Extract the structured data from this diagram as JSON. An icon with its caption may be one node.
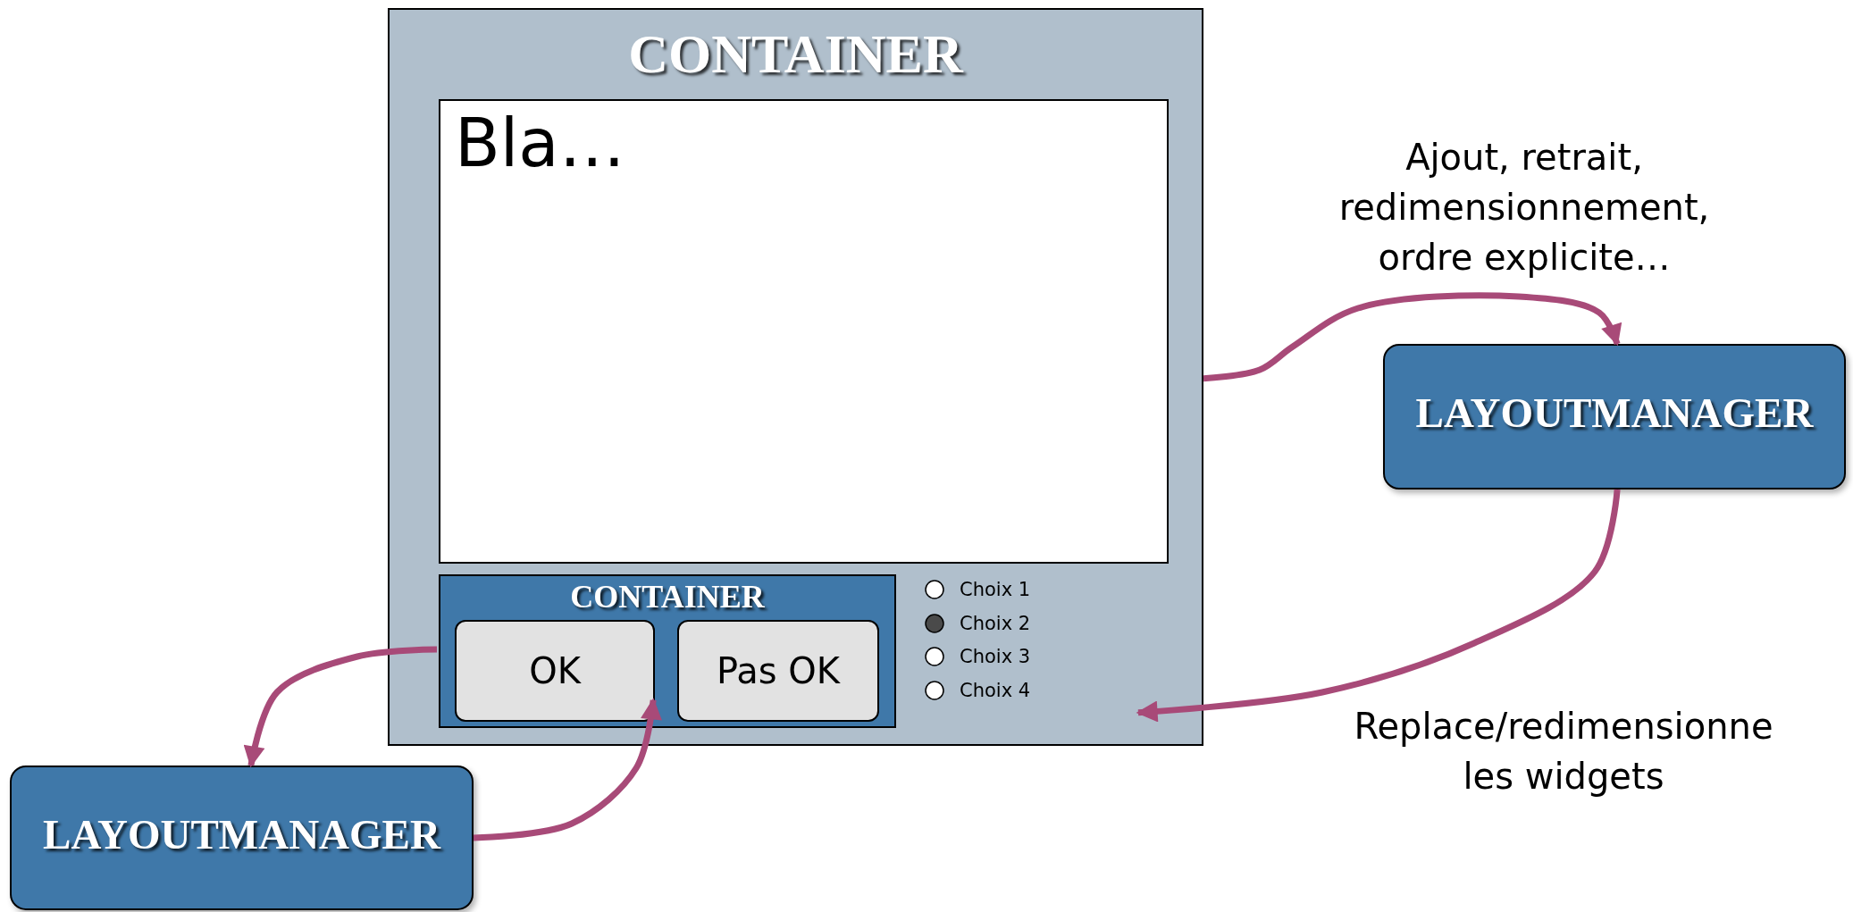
{
  "diagram": {
    "nodes": [
      {
        "text": [
          "CONTAINER"
        ]
      },
      {
        "text": [
          "Bla…"
        ],
        "in": 0
      },
      {
        "text": [
          "CONTAINER"
        ],
        "in": 0
      },
      {
        "text": [
          "OK"
        ],
        "in": 2
      },
      {
        "text": [
          "Pas OK"
        ],
        "in": 2
      },
      {
        "text": [
          "LAYOUTMANAGER"
        ]
      },
      {
        "text": [
          "LAYOUTMANAGER"
        ]
      }
    ],
    "edges": [
      {
        "from": 0,
        "to": 5,
        "arrow": "to",
        "label": "Ajout, retrait, redimensionnement, ordre explicite…"
      },
      {
        "from": 5,
        "to": 0,
        "arrow": "to",
        "label": "Replace/redimensionne les widgets"
      },
      {
        "from": 2,
        "to": 6,
        "arrow": "to"
      },
      {
        "from": 6,
        "to": 2,
        "arrow": "to"
      }
    ],
    "labels": [
      "Choix 1",
      "Choix 2",
      "Choix 3",
      "Choix 4"
    ]
  }
}
